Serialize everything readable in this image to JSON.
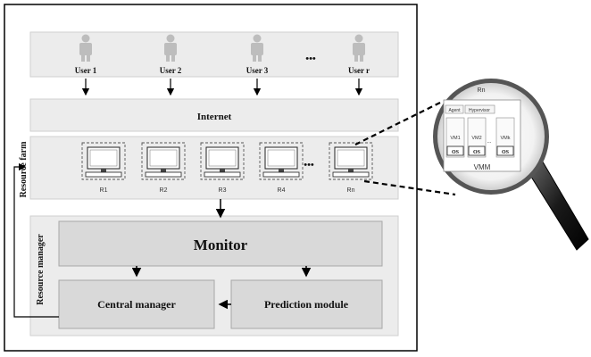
{
  "users": {
    "items": [
      "User 1",
      "User 2",
      "User 3",
      "User r"
    ],
    "ellipsis": "•••"
  },
  "internet": {
    "label": "Internet"
  },
  "resource_farm": {
    "side_label": "Resource farm",
    "servers": [
      "R1",
      "R2",
      "R3",
      "R4",
      "Rn"
    ],
    "ellipsis": "•••"
  },
  "resource_manager": {
    "side_label": "Resource manager",
    "monitor": "Monitor",
    "central_manager": "Central manager",
    "prediction_module": "Prediction module"
  },
  "magnifier": {
    "title": "Rn",
    "agent": "Agent",
    "hypervisor": "Hypervisor",
    "vms": [
      "VM1",
      "VM2",
      "VMk"
    ],
    "os": "OS",
    "dots": "...",
    "vmm": "VMM"
  },
  "colors": {
    "panel": "#ececec",
    "box": "#d9d9d9",
    "stroke": "#a8a8a8",
    "user_icon": "#bdbdbd"
  }
}
